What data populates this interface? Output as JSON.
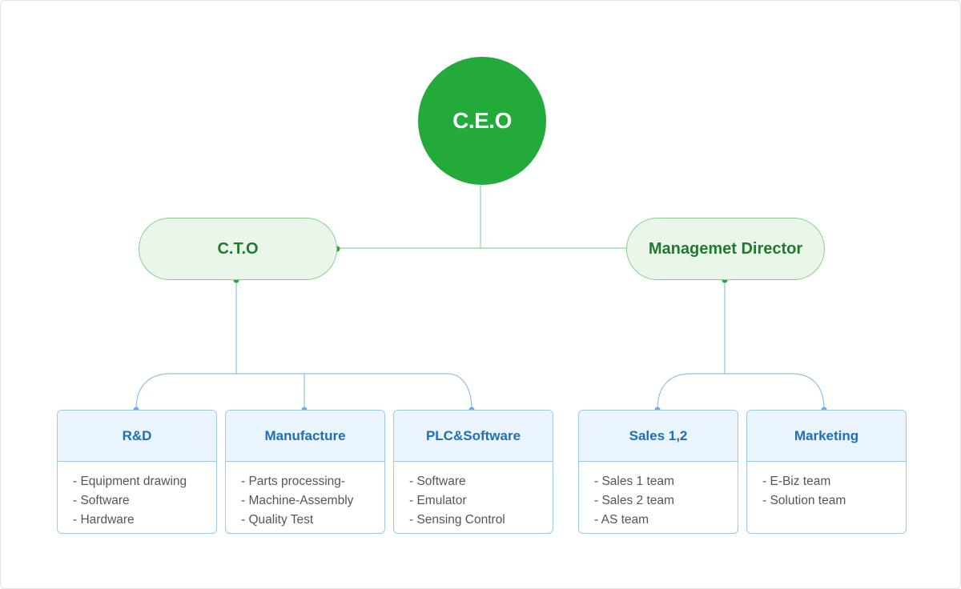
{
  "ceo": {
    "label": "C.E.O"
  },
  "cto": {
    "label": "C.T.O"
  },
  "management": {
    "label": "Managemet Director"
  },
  "departments": [
    {
      "title": "R&D",
      "items": [
        "- Equipment drawing",
        "- Software",
        "- Hardware"
      ]
    },
    {
      "title": "Manufacture",
      "items": [
        "- Parts processing-",
        "- Machine-Assembly",
        "- Quality Test"
      ]
    },
    {
      "title": "PLC&Software",
      "items": [
        "- Software",
        "- Emulator",
        "- Sensing Control"
      ]
    },
    {
      "title": "Sales 1,2",
      "items": [
        "- Sales 1 team",
        "- Sales 2 team",
        "- AS team"
      ]
    },
    {
      "title": "Marketing",
      "items": [
        "- E-Biz team",
        "- Solution team"
      ]
    }
  ],
  "colors": {
    "ceo_fill": "#22aa3a",
    "exec_fill": "#eaf6ea",
    "exec_border": "#7fcf8a",
    "exec_text": "#1f7a2a",
    "dept_head_fill": "#eaf4fd",
    "dept_border": "#9cc8ec",
    "dept_title": "#1f6fb8",
    "connector_green": "#8fd39a",
    "connector_blue": "#8ec0ea"
  }
}
